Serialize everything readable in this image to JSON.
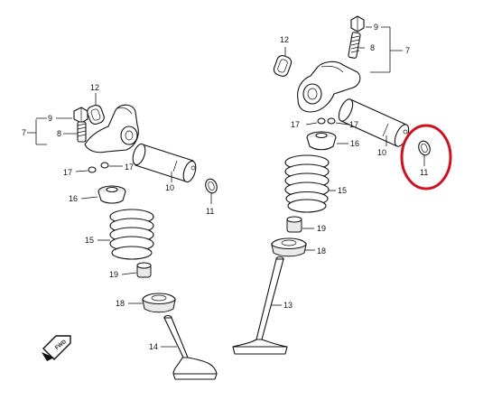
{
  "diagram": {
    "callouts": {
      "n7_left": "7",
      "n8_left": "8",
      "n9_left": "9",
      "n12_left": "12",
      "n17_left_a": "17",
      "n17_left_b": "17",
      "n10_left": "10",
      "n11_left": "11",
      "n16_left": "16",
      "n15_left": "15",
      "n19_left": "19",
      "n18_left": "18",
      "n14": "14",
      "n9_right": "9",
      "n8_right": "8",
      "n7_right": "7",
      "n12_right": "12",
      "n17_right_a": "17",
      "n17_right_b": "17",
      "n16_right": "16",
      "n10_right": "10",
      "n11_right": "11",
      "n15_right": "15",
      "n19_right": "19",
      "n18_right": "18",
      "n13": "13"
    },
    "front_arrow_label": "FWD",
    "highlight_color": "#d0101e"
  }
}
